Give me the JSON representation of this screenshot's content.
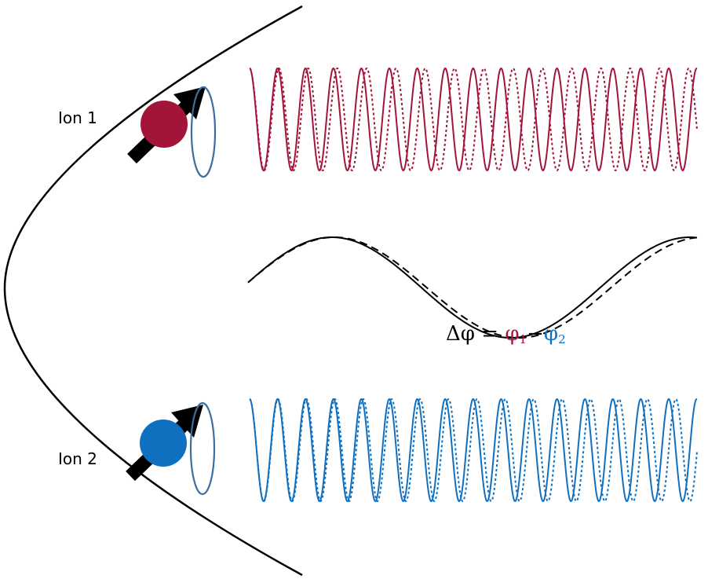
{
  "ion1": {
    "label": "Ion 1",
    "color": "#a31538"
  },
  "ion2": {
    "label": "Ion 2",
    "color": "#1070c0"
  },
  "ellipse_color": "#3d6ea0",
  "trap_color": "#000000",
  "equation": {
    "lhs": "Δφ",
    "equals": "=",
    "phi1": "φ",
    "sub1": "1",
    "minus": "−",
    "phi2": "φ",
    "sub2": "2"
  },
  "diagram_notes": {
    "wave1_style": "solid + dotted",
    "wave2_style": "solid + dotted",
    "difference_wave_style": "solid + dashed"
  }
}
